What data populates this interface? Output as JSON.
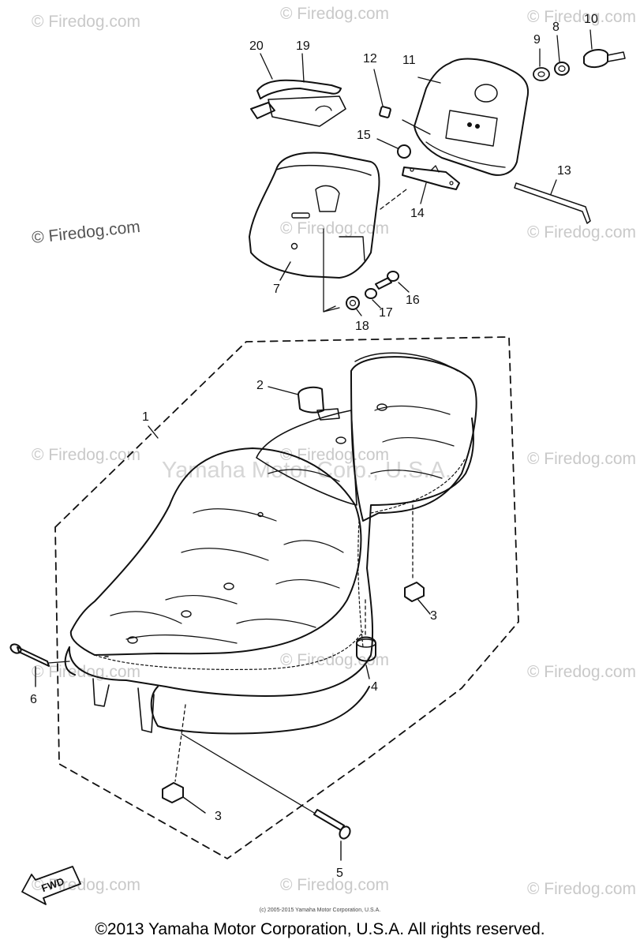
{
  "watermarks": {
    "firedog_text": "© Firedog.com",
    "center_text": "Yamaha Motor Corp., U.S.A."
  },
  "parts": [
    {
      "label": "1"
    },
    {
      "label": "2"
    },
    {
      "label": "3"
    },
    {
      "label": "3"
    },
    {
      "label": "4"
    },
    {
      "label": "5"
    },
    {
      "label": "6"
    },
    {
      "label": "7"
    },
    {
      "label": "8"
    },
    {
      "label": "9"
    },
    {
      "label": "10"
    },
    {
      "label": "11"
    },
    {
      "label": "12"
    },
    {
      "label": "13"
    },
    {
      "label": "14"
    },
    {
      "label": "15"
    },
    {
      "label": "16"
    },
    {
      "label": "17"
    },
    {
      "label": "18"
    },
    {
      "label": "19"
    },
    {
      "label": "20"
    }
  ],
  "fwd_label": "FWD",
  "small_copyright": "(c) 2005-2015 Yamaha Motor Corporation, U.S.A.",
  "footer": "©2013 Yamaha Motor Corporation, U.S.A. All rights reserved.",
  "colors": {
    "line": "#111111",
    "watermark": "#c9c9c9"
  }
}
